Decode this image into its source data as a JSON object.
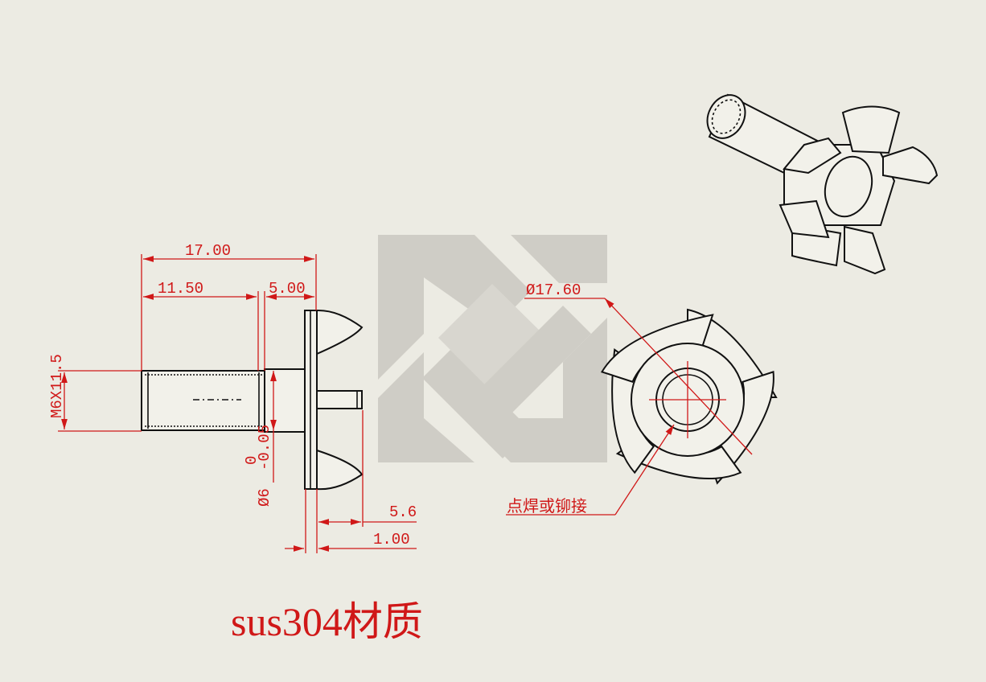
{
  "drawing": {
    "dimensions": {
      "overall_length": "17.00",
      "thread_length": "11.50",
      "head_length": "5.00",
      "thread_spec": "M6X11.5",
      "shank_diameter": "Ø6",
      "shank_tolerance_upper": "0",
      "shank_tolerance_lower": "-0.05",
      "pin_length": "5.6",
      "plate_thickness": "1.00",
      "star_diameter": "Ø17.60"
    },
    "weld_note": "点焊或铆接",
    "material_note": "sus304材质"
  },
  "colors": {
    "dimension_red": "#d01818",
    "paper": "#ecebe3",
    "watermark_gray": "#cfcdc6",
    "outline_black": "#111111"
  },
  "icons": {
    "watermark": "logo-watermark-icon"
  }
}
